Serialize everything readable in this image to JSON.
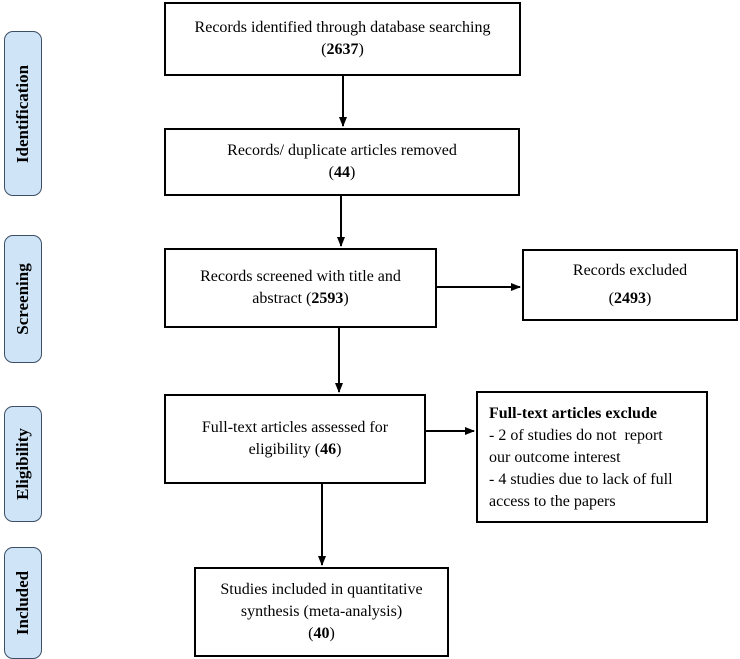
{
  "phases": [
    {
      "id": "identification",
      "label": "Identification"
    },
    {
      "id": "screening",
      "label": "Screening"
    },
    {
      "id": "eligibility",
      "label": "Eligibility"
    },
    {
      "id": "included",
      "label": "Included"
    }
  ],
  "boxes": {
    "identified": {
      "line1": "Records identified through database searching",
      "count": "2637"
    },
    "duplicates": {
      "line1": "Records/ duplicate articles removed",
      "count": "44"
    },
    "screened": {
      "line1": "Records screened with title and",
      "line2": "abstract",
      "count": "2593"
    },
    "excluded": {
      "line1": "Records excluded",
      "count": "2493"
    },
    "fulltext": {
      "line1": "Full-text articles assessed for",
      "line2": "eligibility",
      "count": "46"
    },
    "fulltext_excluded": {
      "title": "Full-text articles exclude",
      "lines": [
        "- 2 of studies do not  report",
        "our outcome interest",
        "- 4 studies due to lack of full",
        "access to the papers"
      ]
    },
    "included": {
      "line1": "Studies included in quantitative",
      "line2": "synthesis (meta-analysis)",
      "count": "40"
    }
  }
}
